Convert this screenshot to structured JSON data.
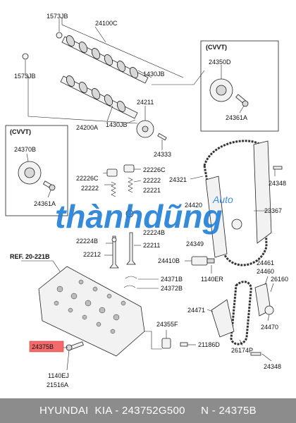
{
  "watermark": {
    "text": "thànhdũng",
    "small": "Auto",
    "color": "#1b7bd6"
  },
  "highlight_color": "#f26b6b",
  "boxes": {
    "cvvt_left": "(CVVT)",
    "cvvt_right": "(CVVT)"
  },
  "ref_label": "REF. 20-221B",
  "labels": {
    "p1573jb_top": "1573JB",
    "p24100c": "24100C",
    "p1573jb_left": "1573JB",
    "p1430jb_top": "1430JB",
    "p24200a": "24200A",
    "p1430jb_bot": "1430JB",
    "p24350d": "24350D",
    "p24361a_r": "24361A",
    "p24211": "24211",
    "p24333": "24333",
    "p24370b": "24370B",
    "p24361a_l": "24361A",
    "p22226c_l": "22226C",
    "p22226c_r": "22226C",
    "p22222_l": "22222",
    "p22222_r": "22222",
    "p22221": "22221",
    "p22224b_l": "22224B",
    "p22224b_r": "22224B",
    "p22212": "22212",
    "p22211": "22211",
    "p24321": "24321",
    "p24420": "24420",
    "p24348_top": "24348",
    "p23367": "23367",
    "p24349": "24349",
    "p24410b": "24410B",
    "p1140er": "1140ER",
    "p24461": "24461",
    "p24460": "24460",
    "p26160": "26160",
    "p24371b": "24371B",
    "p24372b": "24372B",
    "p24471": "24471",
    "p24470": "24470",
    "p24355f": "24355F",
    "p21186d": "21186D",
    "p26174p": "26174P",
    "p24348_bot": "24348",
    "p24375b": "24375B",
    "p1140ej": "1140EJ",
    "p21516a": "21516A"
  },
  "footer": "HYUNDAI  KIA - 243752G500     N - 24375B"
}
